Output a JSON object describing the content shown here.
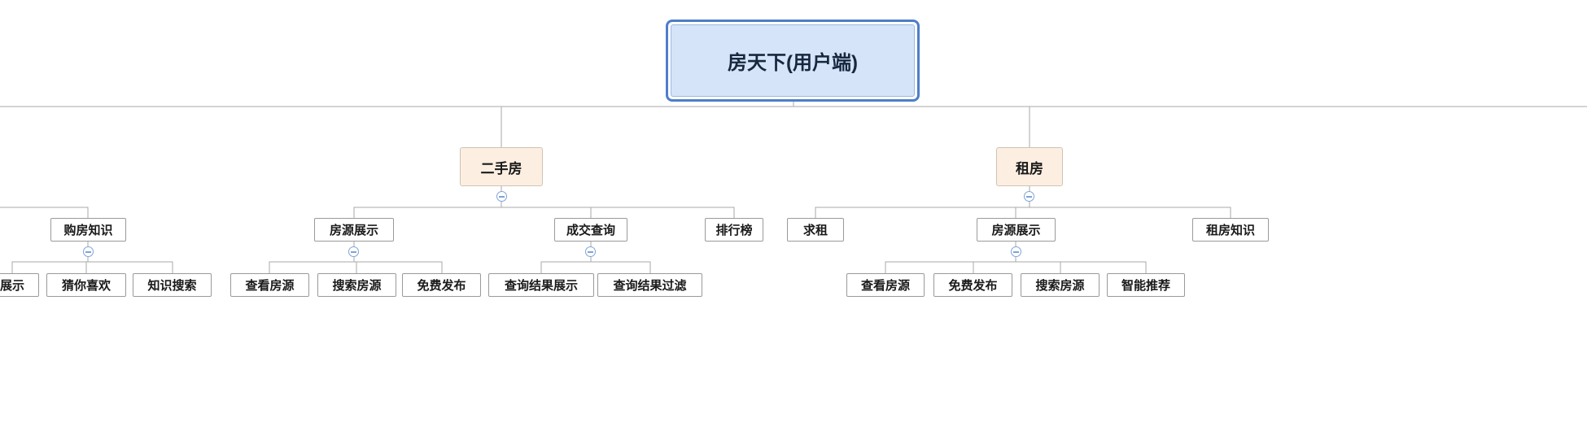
{
  "diagram": {
    "root": {
      "label": "房天下(用户端)"
    },
    "branches": [
      {
        "label": "二手房",
        "children": [
          {
            "label": "房源展示",
            "children": [
              {
                "label": "查看房源"
              },
              {
                "label": "搜索房源"
              },
              {
                "label": "免费发布"
              }
            ]
          },
          {
            "label": "成交查询",
            "children": [
              {
                "label": "查询结果展示"
              },
              {
                "label": "查询结果过滤"
              }
            ]
          },
          {
            "label": "排行榜",
            "children": []
          }
        ]
      },
      {
        "label": "租房",
        "children": [
          {
            "label": "求租",
            "children": []
          },
          {
            "label": "房源展示",
            "children": [
              {
                "label": "查看房源"
              },
              {
                "label": "免费发布"
              },
              {
                "label": "搜索房源"
              },
              {
                "label": "智能推荐"
              }
            ]
          },
          {
            "label": "租房知识",
            "children": []
          }
        ]
      }
    ],
    "left_partial": {
      "children": [
        {
          "label": "购房知识",
          "children": [
            {
              "label": "展示"
            },
            {
              "label": "猜你喜欢"
            },
            {
              "label": "知识搜索"
            }
          ]
        }
      ]
    },
    "icons": {
      "collapse": "minus-circle"
    },
    "colors": {
      "root_fill": "#d5e4f8",
      "root_border": "#4e7ec9",
      "branch_fill": "#fcefe1",
      "branch_border": "#cfc3b4",
      "node_border": "#9a9a9a",
      "connector": "#a8a8a8",
      "collapse_accent": "#7fa3d7"
    }
  }
}
